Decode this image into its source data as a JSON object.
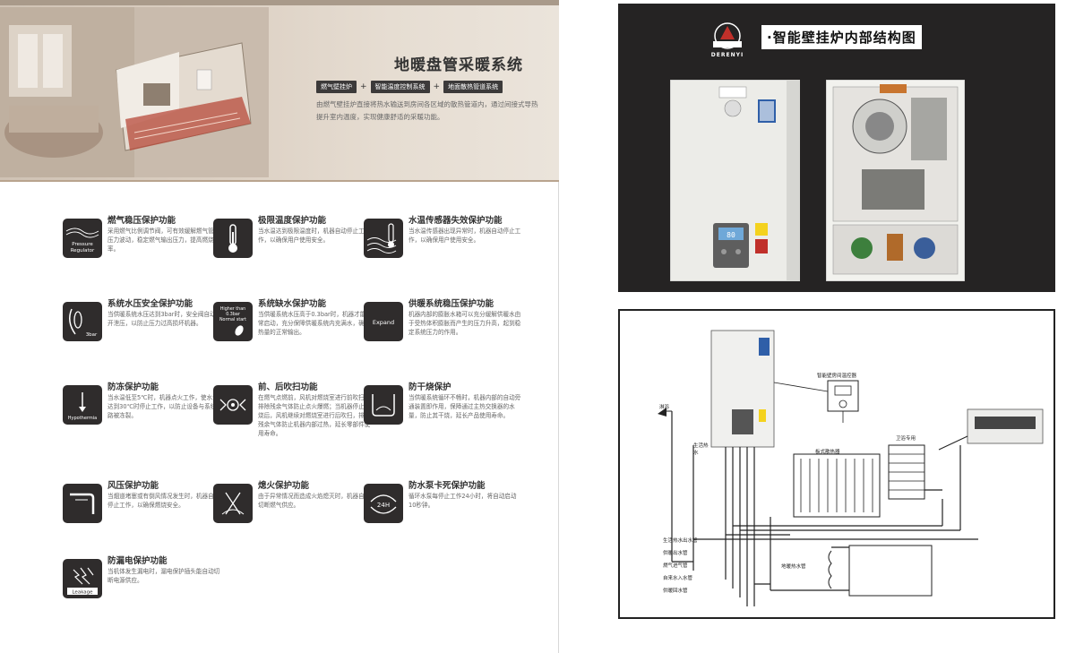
{
  "left": {
    "banner": {
      "title": "地暖盘管采暖系统",
      "tags": [
        "燃气壁挂炉",
        "智能温度控制系统",
        "地面散热管道系统"
      ],
      "tag_separator": "+",
      "description": "由燃气壁挂炉直接将热水输送到房间各区域的散热管道内，通过间接式导热提升室内温度，实现健康舒适的采暖功能。"
    },
    "features": [
      {
        "title": "燃气稳压保护功能",
        "desc": "采用燃气比例调节阀，可有效缓解燃气管道压力波动，稳定燃气输出压力，提高燃烧效率。",
        "icon": "pressure-regulator-icon",
        "icon_text": [
          "Pressure",
          "Regulator"
        ]
      },
      {
        "title": "极限温度保护功能",
        "desc": "当水温达到极限温度时，机器自动停止工作，以确保用户使用安全。",
        "icon": "thermometer-icon"
      },
      {
        "title": "水温传感器失效保护功能",
        "desc": "当水温传感器出现异常时，机器自动停止工作，以确保用户使用安全。",
        "icon": "water-sensor-icon"
      },
      {
        "title": "系统水压安全保护功能",
        "desc": "当供暖系统水压达到3bar时，安全阀自动打开泄压，以防止压力过高损坏机器。",
        "icon": "pressure-gauge-icon",
        "icon_text": [
          "3bar"
        ]
      },
      {
        "title": "系统缺水保护功能",
        "desc": "当供暖系统水压高于0.3bar时，机器才能正常启动，充分保障供暖系统内充满水，确保热量的正常输出。",
        "icon": "low-water-icon",
        "icon_text": [
          "Higher than",
          "0.3bar",
          "Normal start"
        ]
      },
      {
        "title": "供暖系统稳压保护功能",
        "desc": "机器内部的膨胀水箱可以充分缓解供暖水由于受热体积膨胀而产生的压力升高，起到稳定系统压力的作用。",
        "icon": "expand-icon",
        "icon_text": [
          "Expand"
        ]
      },
      {
        "title": "防冻保护功能",
        "desc": "当水温低至5℃时，机器点火工作，使水温达到30℃时停止工作，以防止设备与系统管路被冻裂。",
        "icon": "hypothermia-icon",
        "icon_text": [
          "Hypothermia"
        ]
      },
      {
        "title": "前、后吹扫功能",
        "desc": "在燃气点燃前，风机对燃烧室进行前吹扫，排除残余气体防止点火爆燃；当机器停止燃烧后，风机继续对燃烧室进行后吹扫，排除残余气体防止机器内部过热，延长零部件使用寿命。",
        "icon": "fan-icon"
      },
      {
        "title": "防干烧保护",
        "desc": "当供暖系统循环不畅时，机器内部的自动旁通装置即作用，保障通过主热交换器的水量，防止其干烧，延长产品使用寿命。",
        "icon": "dry-burn-icon"
      },
      {
        "title": "风压保护功能",
        "desc": "当烟道堵塞或有倒风情况发生时，机器自动停止工作，以确保燃烧安全。",
        "icon": "wind-pressure-icon"
      },
      {
        "title": "熄火保护功能",
        "desc": "由于异常情况而造成火焰熄灭时，机器自动切断燃气供应。",
        "icon": "flameout-icon"
      },
      {
        "title": "防水泵卡死保护功能",
        "desc": "循环水泵每停止工作24小时，将自动启动10秒钟。",
        "icon": "pump-24h-icon",
        "icon_text": [
          "24H"
        ]
      },
      {
        "title": "防漏电保护功能",
        "desc": "当机体发生漏电时，漏电保护插头能自动切断电源供应。",
        "icon": "leakage-icon",
        "icon_text": [
          "Leakage"
        ]
      }
    ]
  },
  "right_top": {
    "logo_text": "DERENYI",
    "title": "·智能壁挂炉内部结构图",
    "display_value": "80"
  },
  "diagram": {
    "labels": {
      "shower": "淋浴",
      "hot_water_out": "生活热水",
      "thermostat": "智能壁房间温控器",
      "bathroom": "卫浴专用",
      "radiator": "板式散热器",
      "floor_heating": "地暖热水管",
      "pipe_hot_water": "生活热水出水管",
      "pipe_heating_out": "供暖出水管",
      "pipe_gas": "燃气进气管",
      "pipe_cold_in": "自来水入水管",
      "pipe_heating_return": "供暖回水管"
    }
  },
  "colors": {
    "icon_bg": "#2f2c2c",
    "dark_panel": "#252323",
    "tag_bg": "#3c3a3a",
    "accent_red": "#c0302a"
  }
}
